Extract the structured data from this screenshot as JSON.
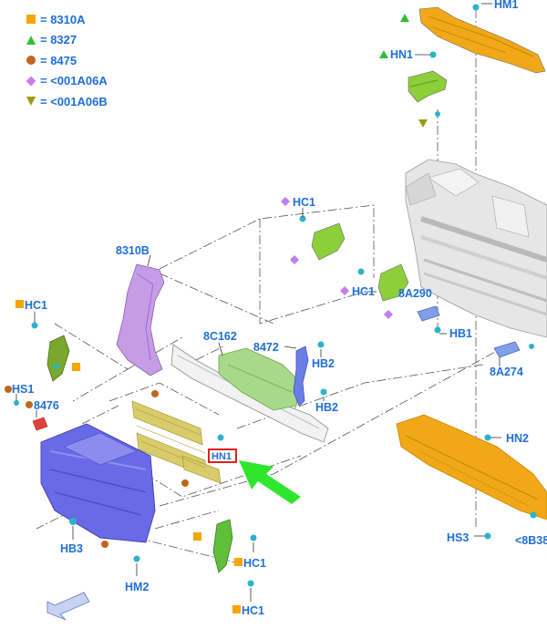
{
  "legend": [
    {
      "marker": "square",
      "color": "#f5a500",
      "text": "= 8310A"
    },
    {
      "marker": "triangle-up",
      "color": "#2fbf3a",
      "text": "= 8327"
    },
    {
      "marker": "circle",
      "color": "#c0661b",
      "text": "= 8475"
    },
    {
      "marker": "diamond",
      "color": "#c27ef0",
      "text": "= <001A06A"
    },
    {
      "marker": "triangle-down",
      "color": "#9a9a10",
      "text": "= <001A06B"
    }
  ],
  "labels": {
    "hm1": "HM1",
    "hn1": "HN1",
    "hc1_top": "HC1",
    "hc1_mid": "HC1",
    "hc1_left": "HC1",
    "hc1_bottom1": "HC1",
    "hc1_bottom2": "HC1",
    "p8310b": "8310B",
    "p8a290": "8A290",
    "hb1": "HB1",
    "p8c162": "8C162",
    "p8472": "8472",
    "hb2_a": "HB2",
    "hb2_b": "HB2",
    "p8a274": "8A274",
    "hs1": "HS1",
    "p8476": "8476",
    "hn_boxed": "HN1",
    "hn2": "HN2",
    "hb3": "HB3",
    "hm2": "HM2",
    "hs3": "HS3",
    "p8b38": "<8B38"
  },
  "colors": {
    "label": "#1e6fd9",
    "highlight_box": "#e0201a",
    "arrow": "#2ee62e",
    "fastener": "#2bb3c9",
    "purple_part": "#c79ce6",
    "blue_part": "#6a6ae6",
    "orange_part": "#f0a818",
    "green_part": "#8ccf3a",
    "yellow_part": "#d8cc6a",
    "radiator": "#dedede"
  }
}
